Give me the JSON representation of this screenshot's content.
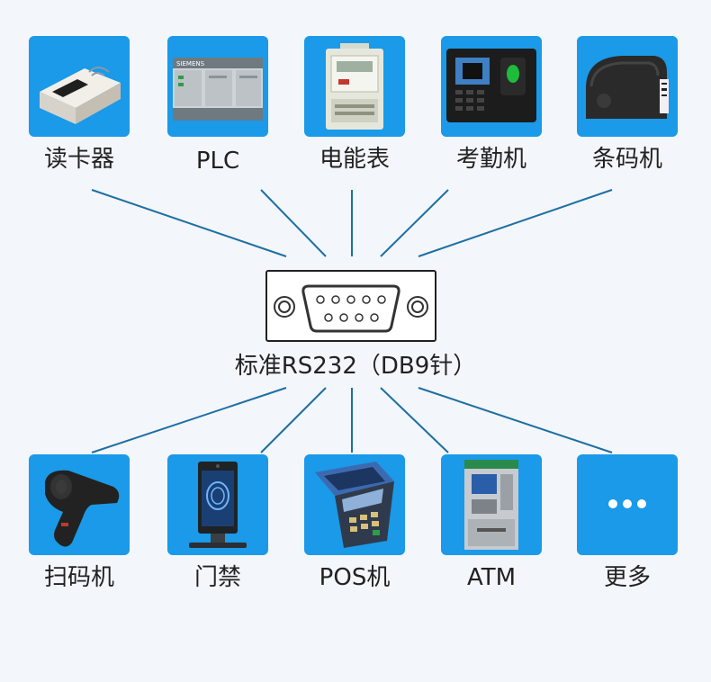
{
  "center": {
    "label": "标准RS232（DB9针）"
  },
  "devices_top": [
    {
      "label": "读卡器",
      "icon": "card-reader-icon"
    },
    {
      "label": "PLC",
      "icon": "plc-icon"
    },
    {
      "label": "电能表",
      "icon": "energy-meter-icon"
    },
    {
      "label": "考勤机",
      "icon": "attendance-machine-icon"
    },
    {
      "label": "条码机",
      "icon": "barcode-printer-icon"
    }
  ],
  "devices_bottom": [
    {
      "label": "扫码机",
      "icon": "barcode-scanner-icon"
    },
    {
      "label": "门禁",
      "icon": "access-control-icon"
    },
    {
      "label": "POS机",
      "icon": "pos-terminal-icon"
    },
    {
      "label": "ATM",
      "icon": "atm-icon"
    },
    {
      "label": "更多",
      "icon": "more-icon"
    }
  ],
  "colors": {
    "tile": "#1a9ae8",
    "line": "#1d6fa3",
    "background": "#f3f6fa"
  }
}
